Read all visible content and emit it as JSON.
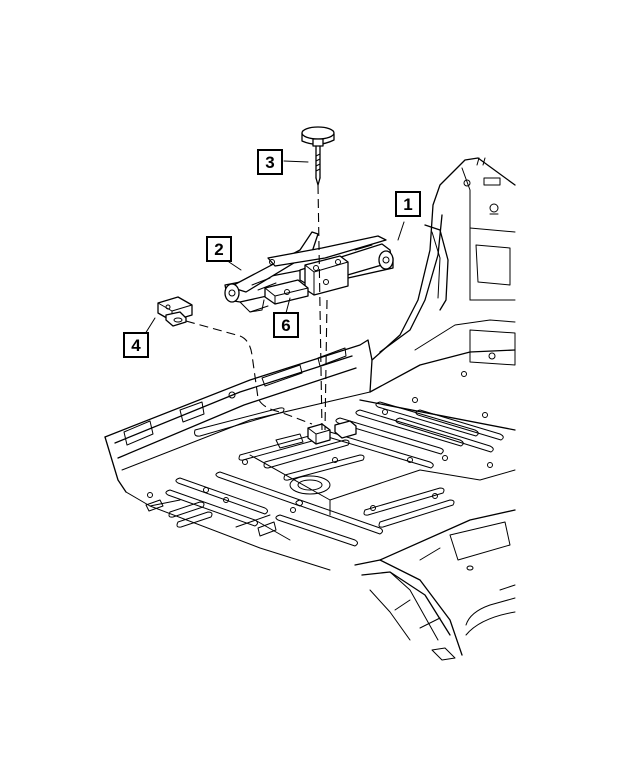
{
  "callouts": [
    {
      "id": "1",
      "label": "1",
      "part": "jack-storage-compartment-trim"
    },
    {
      "id": "2",
      "label": "2",
      "part": "scissor-jack"
    },
    {
      "id": "3",
      "label": "3",
      "part": "jack-handle-wing-bolt"
    },
    {
      "id": "4",
      "label": "4",
      "part": "jack-bracket"
    },
    {
      "id": "6",
      "label": "6",
      "part": "jack-adapter"
    }
  ]
}
